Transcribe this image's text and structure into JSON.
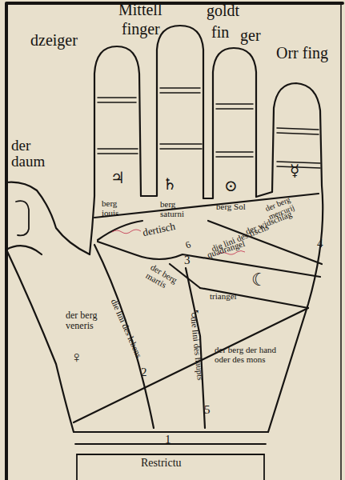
{
  "diagram": {
    "labels": [
      "dzeiger",
      "Mittell",
      "finger",
      "goldt",
      "fin",
      "ger",
      "Orr fing",
      "der daum",
      "♃",
      "♄",
      "⊙",
      "☿",
      "berg iouis",
      "berg saturni",
      "berg Sol",
      "der berg mercurij",
      "der widschlag",
      "die lini des tischs",
      "4",
      "dertisch",
      "3",
      "6",
      "quadrangel",
      "triangel",
      "der berg martis",
      "♂",
      "die lini des lebens",
      "die lini des haupts",
      "☾",
      "der berg veneris",
      "♀",
      "2",
      "der berg der hand oder des mons",
      "5",
      "1",
      "Restrictu"
    ]
  }
}
